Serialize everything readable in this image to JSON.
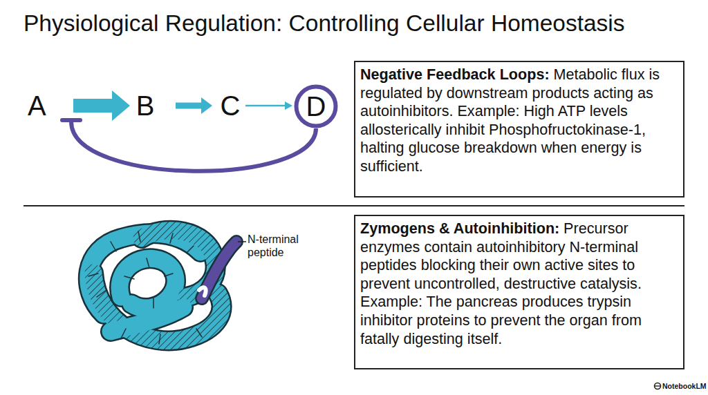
{
  "diagram": {
    "title": "Physiological Regulation: Controlling Cellular Homeostasis",
    "nodes": [
      {
        "text": [
          "A"
        ]
      },
      {
        "text": [
          "B"
        ]
      },
      {
        "text": [
          "C"
        ]
      },
      {
        "text": [
          "D"
        ]
      },
      {
        "text": [
          "Negative Feedback Loops:",
          "Metabolic flux is regulated by downstream products acting as autoinhibitors. Example: High ATP levels allosterically inhibit Phosphofructokinase-1, halting glucose breakdown when energy is sufficient."
        ]
      },
      {
        "text": [
          "Zymogens & Autoinhibition:",
          "Precursor enzymes contain autoinhibitory N-terminal peptides blocking their own active sites to prevent uncontrolled, destructive catalysis. Example: The pancreas produces trypsin inhibitor proteins to prevent the organ from fatally digesting itself."
        ]
      }
    ],
    "edges": [
      {
        "from": 0,
        "to": 1,
        "arrow": "to"
      },
      {
        "from": 1,
        "to": 2,
        "arrow": "to"
      },
      {
        "from": 2,
        "to": 3,
        "arrow": "to"
      },
      {
        "from": 3,
        "to": 0,
        "arrow": "to"
      }
    ],
    "labels": [
      "N-terminal peptide",
      "NotebookLM"
    ]
  }
}
